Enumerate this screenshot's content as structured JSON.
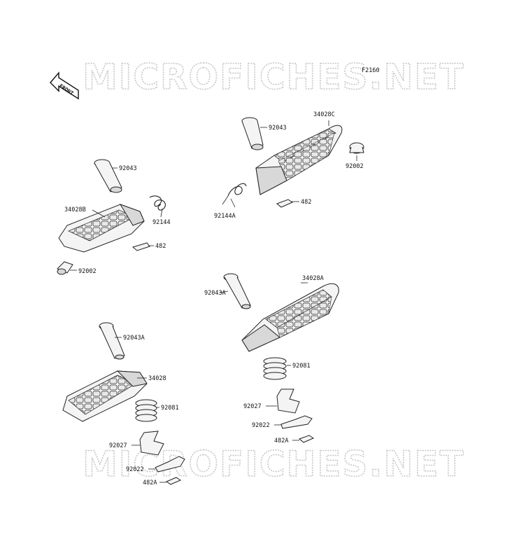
{
  "watermark": "MICROFICHES.NET",
  "diagram_code": "F2160",
  "front_arrow": {
    "label": "FRONT",
    "icon": "front-arrow-icon"
  },
  "parts": {
    "p34028C": "34028C",
    "p92043_top": "92043",
    "p92002_right": "92002",
    "p92144A": "92144A",
    "p482_top": "482",
    "p92043_left": "92043",
    "p92144": "92144",
    "p34028B": "34028B",
    "p482_left": "482",
    "p92002_left": "92002",
    "p34028A": "34028A",
    "p92043A_right": "92043A",
    "p92081_right": "92081",
    "p92027_right": "92027",
    "p92022_right": "92022",
    "p482A_right": "482A",
    "p92043A_left": "92043A",
    "p34028": "34028",
    "p92081_left": "92081",
    "p92027_left": "92027",
    "p92022_left": "92022",
    "p482A_left": "482A"
  }
}
